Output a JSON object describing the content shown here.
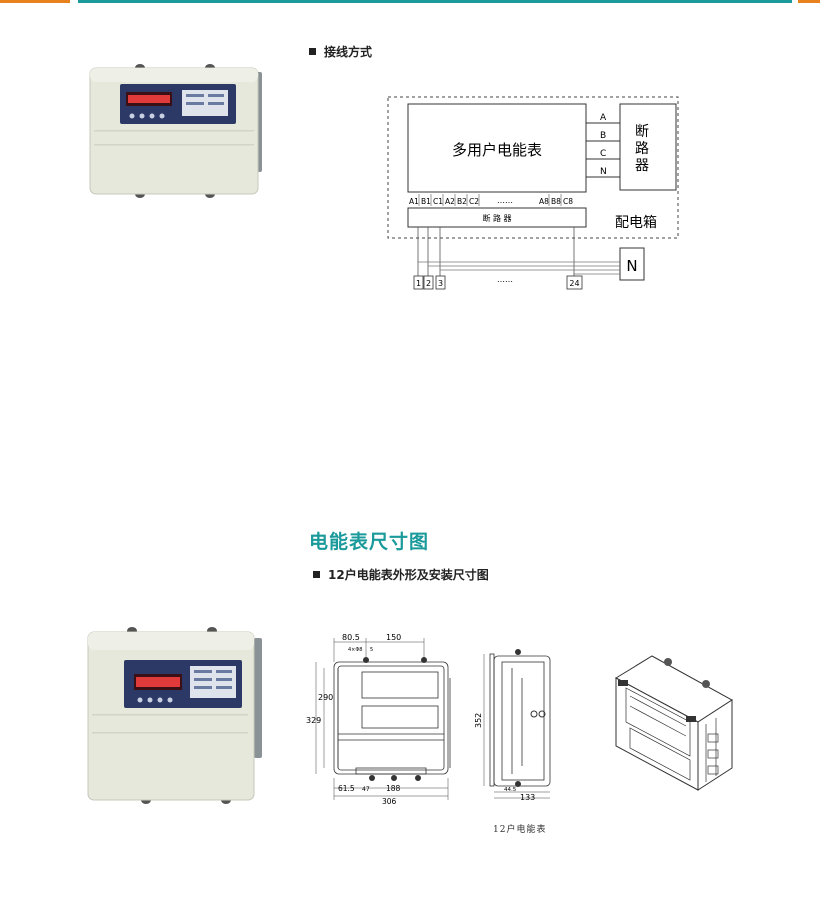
{
  "accent_colors": {
    "teal": "#1a9a9a",
    "orange": "#e8821e"
  },
  "wiring": {
    "heading": "接线方式",
    "meter_label": "多用户电能表",
    "breaker_label_vertical": [
      "断",
      "路",
      "器"
    ],
    "phase_labels": [
      "A",
      "B",
      "C",
      "N"
    ],
    "terminal_labels": [
      "A1",
      "B1",
      "C1",
      "A2",
      "B2",
      "C2",
      "A8",
      "B8",
      "C8"
    ],
    "dots": "……",
    "bottom_breaker_label": "断    路    器",
    "box_label": "配电箱",
    "n_label": "N",
    "output_numbers": [
      "1",
      "2",
      "3",
      "24"
    ]
  },
  "dimensions": {
    "section_title": "电能表尺寸图",
    "subheading": "12户电能表外形及安装尺寸图",
    "front_labels": [
      "80.5",
      "150",
      "4×Φ8",
      "5",
      "290",
      "329",
      "61.5",
      "47",
      "188",
      "306"
    ],
    "side_labels": [
      "352",
      "44.5",
      "133"
    ],
    "caption": "12户电能表"
  }
}
